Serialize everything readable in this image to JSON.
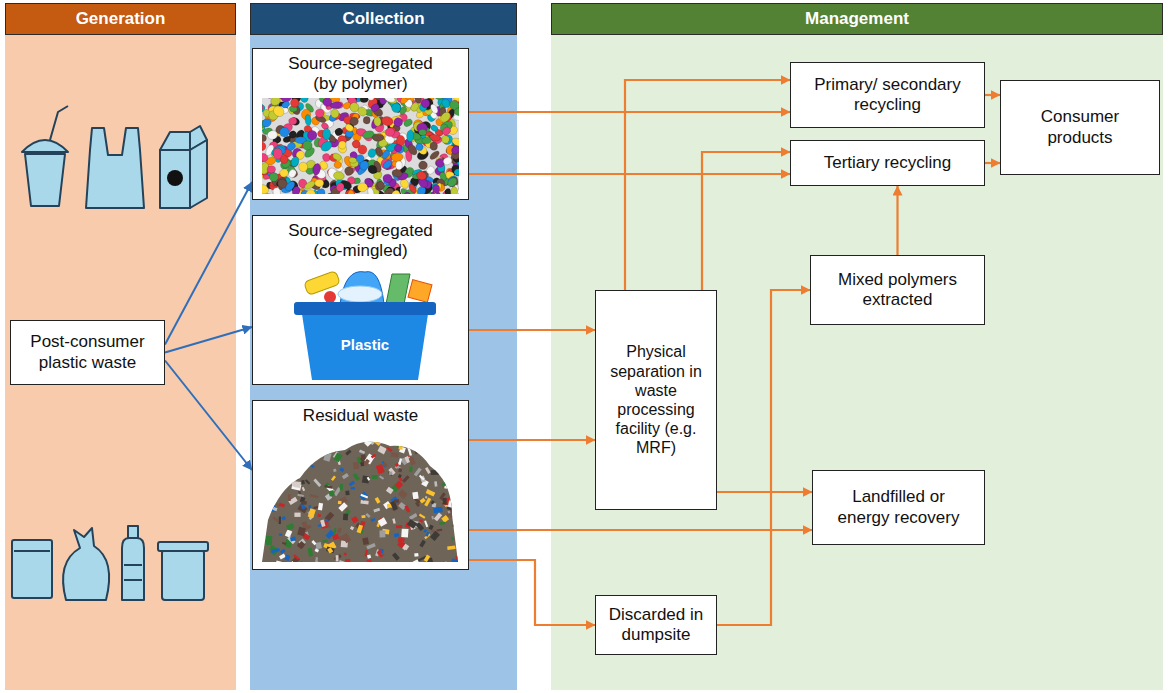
{
  "diagram": {
    "nodes": [
      {
        "text": [
          "Generation"
        ]
      },
      {
        "text": [
          "Collection"
        ]
      },
      {
        "text": [
          "Management"
        ]
      },
      {
        "text": [
          "Post-consumer plastic waste"
        ],
        "in": 0
      },
      {
        "text": [
          "Source-segregated (by polymer)"
        ],
        "in": 1
      },
      {
        "text": [
          "Source-segregated (co-mingled)"
        ],
        "in": 1
      },
      {
        "text": [
          "Residual waste"
        ],
        "in": 1
      },
      {
        "text": [
          "Primary/ secondary recycling"
        ],
        "in": 2
      },
      {
        "text": [
          "Consumer products"
        ],
        "in": 2
      },
      {
        "text": [
          "Tertiary recycling"
        ],
        "in": 2
      },
      {
        "text": [
          "Mixed polymers extracted"
        ],
        "in": 2
      },
      {
        "text": [
          "Physical separation in waste processing facility (e.g. MRF)"
        ],
        "in": 2
      },
      {
        "text": [
          "Landfilled or energy recovery"
        ],
        "in": 2
      },
      {
        "text": [
          "Discarded in dumpsite"
        ],
        "in": 2
      }
    ],
    "edges": [
      {
        "from": 3,
        "to": 4,
        "arrow": "to"
      },
      {
        "from": 3,
        "to": 5,
        "arrow": "to"
      },
      {
        "from": 3,
        "to": 6,
        "arrow": "to"
      },
      {
        "from": 4,
        "to": 7,
        "arrow": "to"
      },
      {
        "from": 4,
        "to": 9,
        "arrow": "to"
      },
      {
        "from": 5,
        "to": 11,
        "arrow": "to"
      },
      {
        "from": 6,
        "to": 11,
        "arrow": "to"
      },
      {
        "from": 6,
        "to": 12,
        "arrow": "to"
      },
      {
        "from": 6,
        "to": 13,
        "arrow": "to"
      },
      {
        "from": 11,
        "to": 7,
        "arrow": "to"
      },
      {
        "from": 11,
        "to": 9,
        "arrow": "to"
      },
      {
        "from": 11,
        "to": 12,
        "arrow": "to"
      },
      {
        "from": 13,
        "to": 10,
        "arrow": "to"
      },
      {
        "from": 10,
        "to": 9,
        "arrow": "to"
      },
      {
        "from": 7,
        "to": 8,
        "arrow": "to"
      },
      {
        "from": 9,
        "to": 8,
        "arrow": "to"
      }
    ],
    "labels": [
      "Plastic"
    ]
  }
}
